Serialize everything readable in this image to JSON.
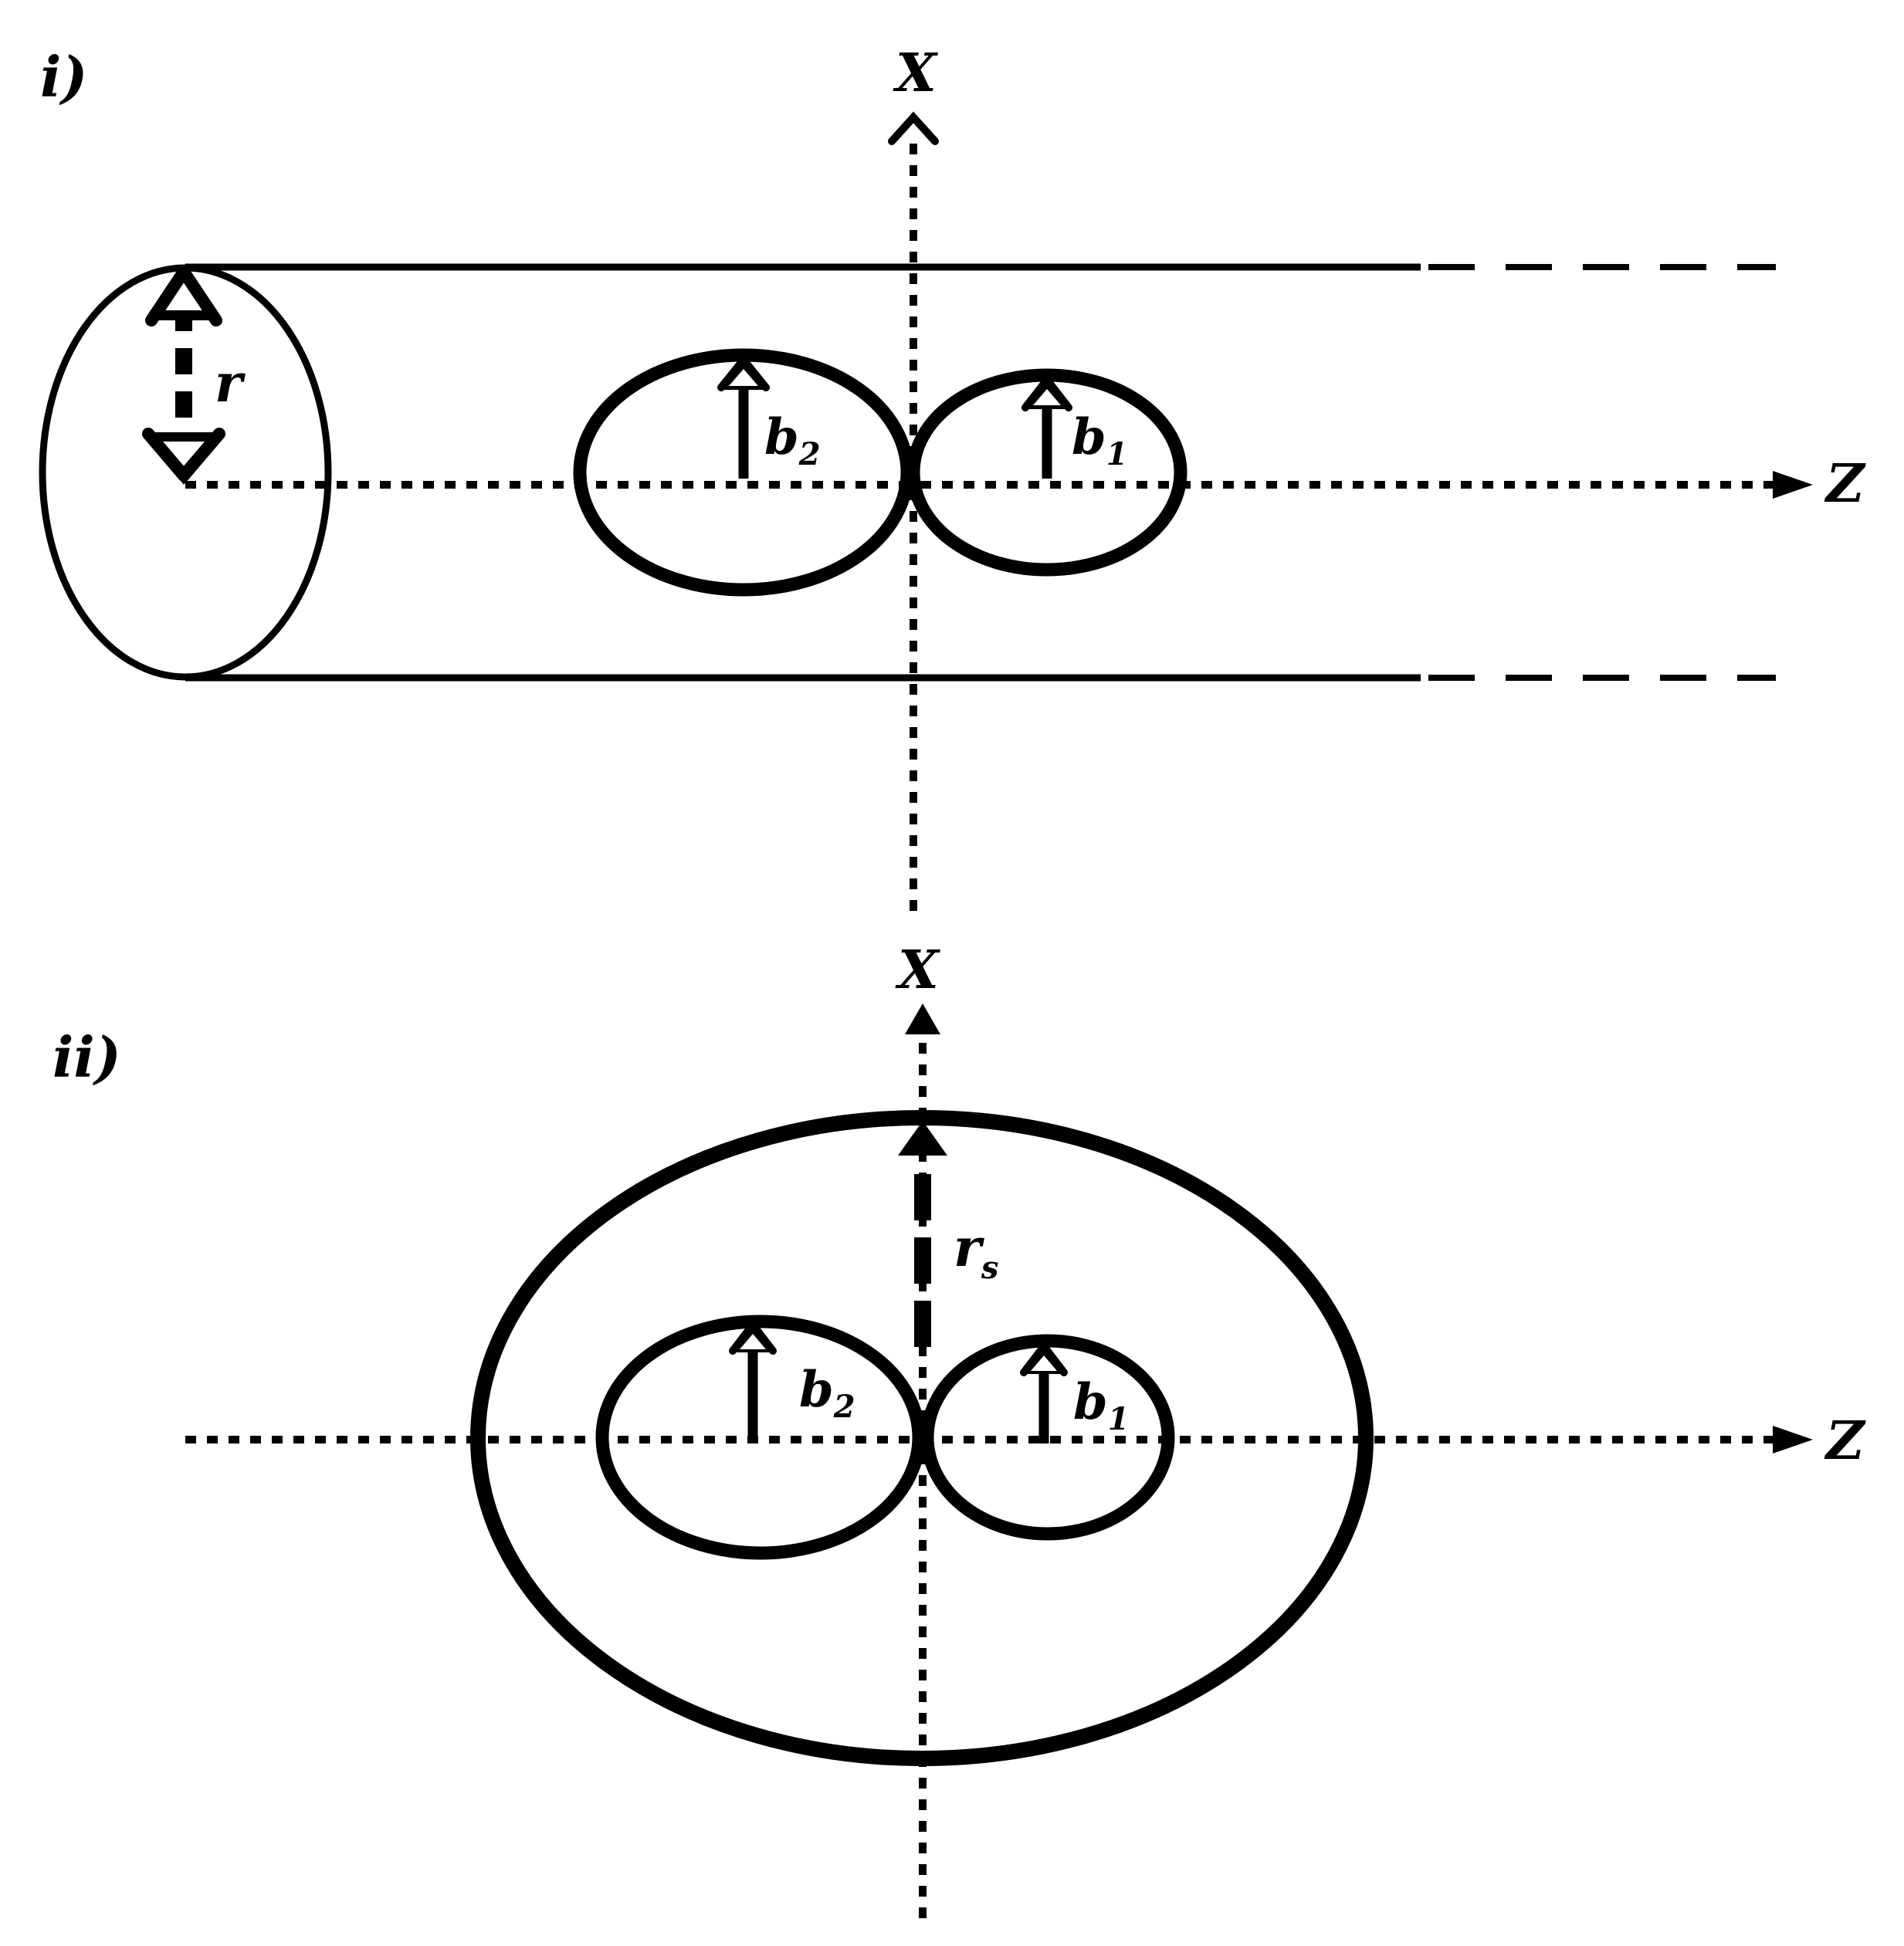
{
  "colors": {
    "stroke": "#000000",
    "background": "#ffffff"
  },
  "panel_i": {
    "label": "i)",
    "x_axis_label": "X",
    "z_axis_label": "Z",
    "radius_label": "r",
    "bubble_left": {
      "symbol": "b",
      "subscript": "2"
    },
    "bubble_right": {
      "symbol": "b",
      "subscript": "1"
    }
  },
  "panel_ii": {
    "label": "ii)",
    "x_axis_label": "X",
    "z_axis_label": "Z",
    "radius_label": {
      "symbol": "r",
      "subscript": "s"
    },
    "bubble_left": {
      "symbol": "b",
      "subscript": "2"
    },
    "bubble_right": {
      "symbol": "b",
      "subscript": "1"
    }
  }
}
